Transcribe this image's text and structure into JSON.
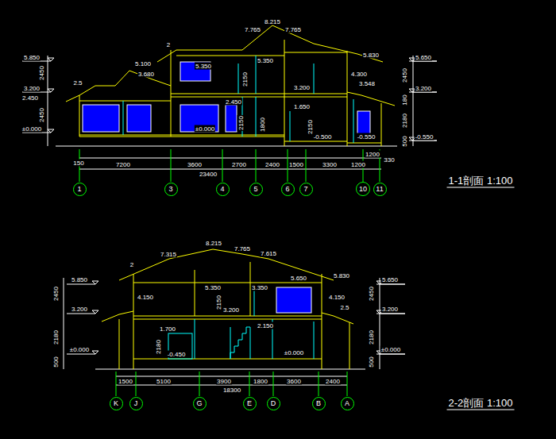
{
  "diagram": {
    "nodes": [
      {
        "text": [
          "1"
        ]
      },
      {
        "text": [
          "3"
        ]
      },
      {
        "text": [
          "4"
        ]
      },
      {
        "text": [
          "5"
        ]
      },
      {
        "text": [
          "6"
        ]
      },
      {
        "text": [
          "7"
        ]
      },
      {
        "text": [
          "10"
        ]
      },
      {
        "text": [
          "11"
        ]
      },
      {
        "text": [
          "K"
        ]
      },
      {
        "text": [
          "J"
        ]
      },
      {
        "text": [
          "G"
        ]
      },
      {
        "text": [
          "E"
        ]
      },
      {
        "text": [
          "D"
        ]
      },
      {
        "text": [
          "B"
        ]
      },
      {
        "text": [
          "A"
        ]
      }
    ],
    "labels": [
      "5.850",
      "3.200",
      "2.450",
      "±0.000",
      "2450",
      "2450",
      "2.5",
      "5.100",
      "3.680",
      "2",
      "5.350",
      "7.765",
      "8.215",
      "7.765",
      "5.350",
      "2150",
      "3.200",
      "5.830",
      "4.300",
      "3.548",
      "2.450",
      "2150",
      "1800",
      "1.650",
      "2150",
      "-0.500",
      "±0.000",
      "-0.550",
      "5.650",
      "2450",
      "3.200",
      "180",
      "2180",
      "-0.550",
      "500",
      "150",
      "7200",
      "3600",
      "2700",
      "2400",
      "1500",
      "3300",
      "1200",
      "1200",
      "330",
      "23400",
      "1-1剖面 1:100",
      "8.215",
      "7.315",
      "2",
      "7.765",
      "7.615",
      "5.850",
      "5.350",
      "3.350",
      "5.650",
      "5.830",
      "2150",
      "4.150",
      "4.150",
      "3.200",
      "2.5",
      "1.700",
      "2.150",
      "2180",
      "-0.450",
      "±0.000",
      "3.200",
      "±0.000",
      "2450",
      "2180",
      "500",
      "5.650",
      "3.200",
      "±0.000",
      "2450",
      "2180",
      "500",
      "1500",
      "5100",
      "3900",
      "1800",
      "3600",
      "2400",
      "18300",
      "2-2剖面 1:100"
    ]
  }
}
